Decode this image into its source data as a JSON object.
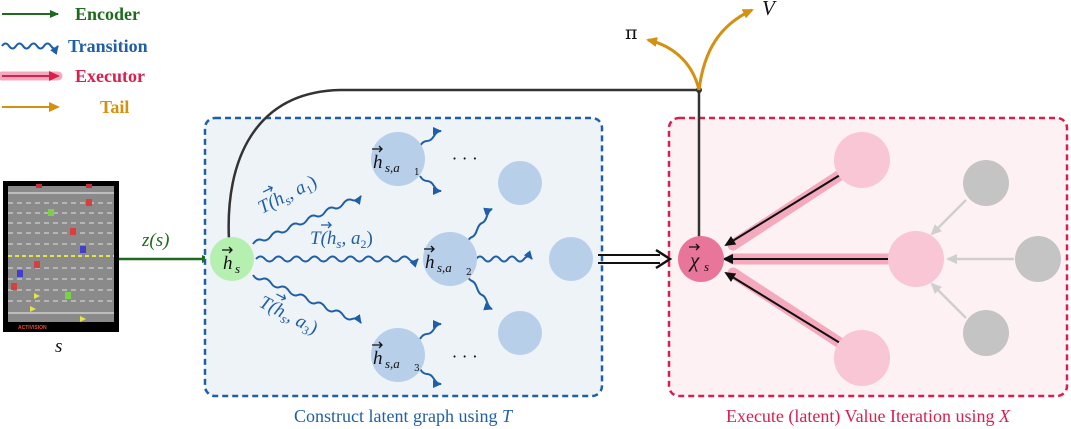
{
  "legend": {
    "encoder": "Encoder",
    "transition": "Transition",
    "executor": "Executor",
    "tail": "Tail"
  },
  "colors": {
    "encoder": "#1e6b1e",
    "transition": "#1f5fa8",
    "executor": "#d8204f",
    "executor_glow": "#f4a9bc",
    "tail": "#d4900f",
    "node_blue": "#b8cfea",
    "node_green": "#b6f0b0",
    "node_pink": "#f8c6d4",
    "node_pink_dark": "#e8769a",
    "node_gray": "#c4c4c4",
    "box_blue": "#1f5fa8",
    "box_red": "#d8204f"
  },
  "labels": {
    "state": "s",
    "encoder": "z(s)",
    "hs": "h",
    "hs_sub": "s",
    "hsa1_sub": "s,a",
    "hsa1_index": "1",
    "hsa2_sub": "s,a",
    "hsa2_index": "2",
    "hsa3_sub": "s,a",
    "hsa3_index": "3",
    "ellipsis": "· · ·",
    "t1": "T(h",
    "t1_sub": "s",
    "t1_arg": ", a",
    "t1_index": "1",
    "t2": "T(h",
    "t2_sub": "s",
    "t2_arg": ", a",
    "t2_index": "2",
    "t3": "T(h",
    "t3_sub": "s",
    "t3_arg": ", a",
    "t3_index": "3",
    "chi": "χ",
    "chi_sub": "s",
    "pi": "π",
    "value": "V"
  },
  "captions": {
    "construct_prefix": "Construct latent graph using ",
    "construct_symbol": "T",
    "execute_prefix": "Execute (latent) Value Iteration using ",
    "execute_symbol": "X"
  },
  "game_screen": {
    "logo_text": "ACTIVISION"
  }
}
